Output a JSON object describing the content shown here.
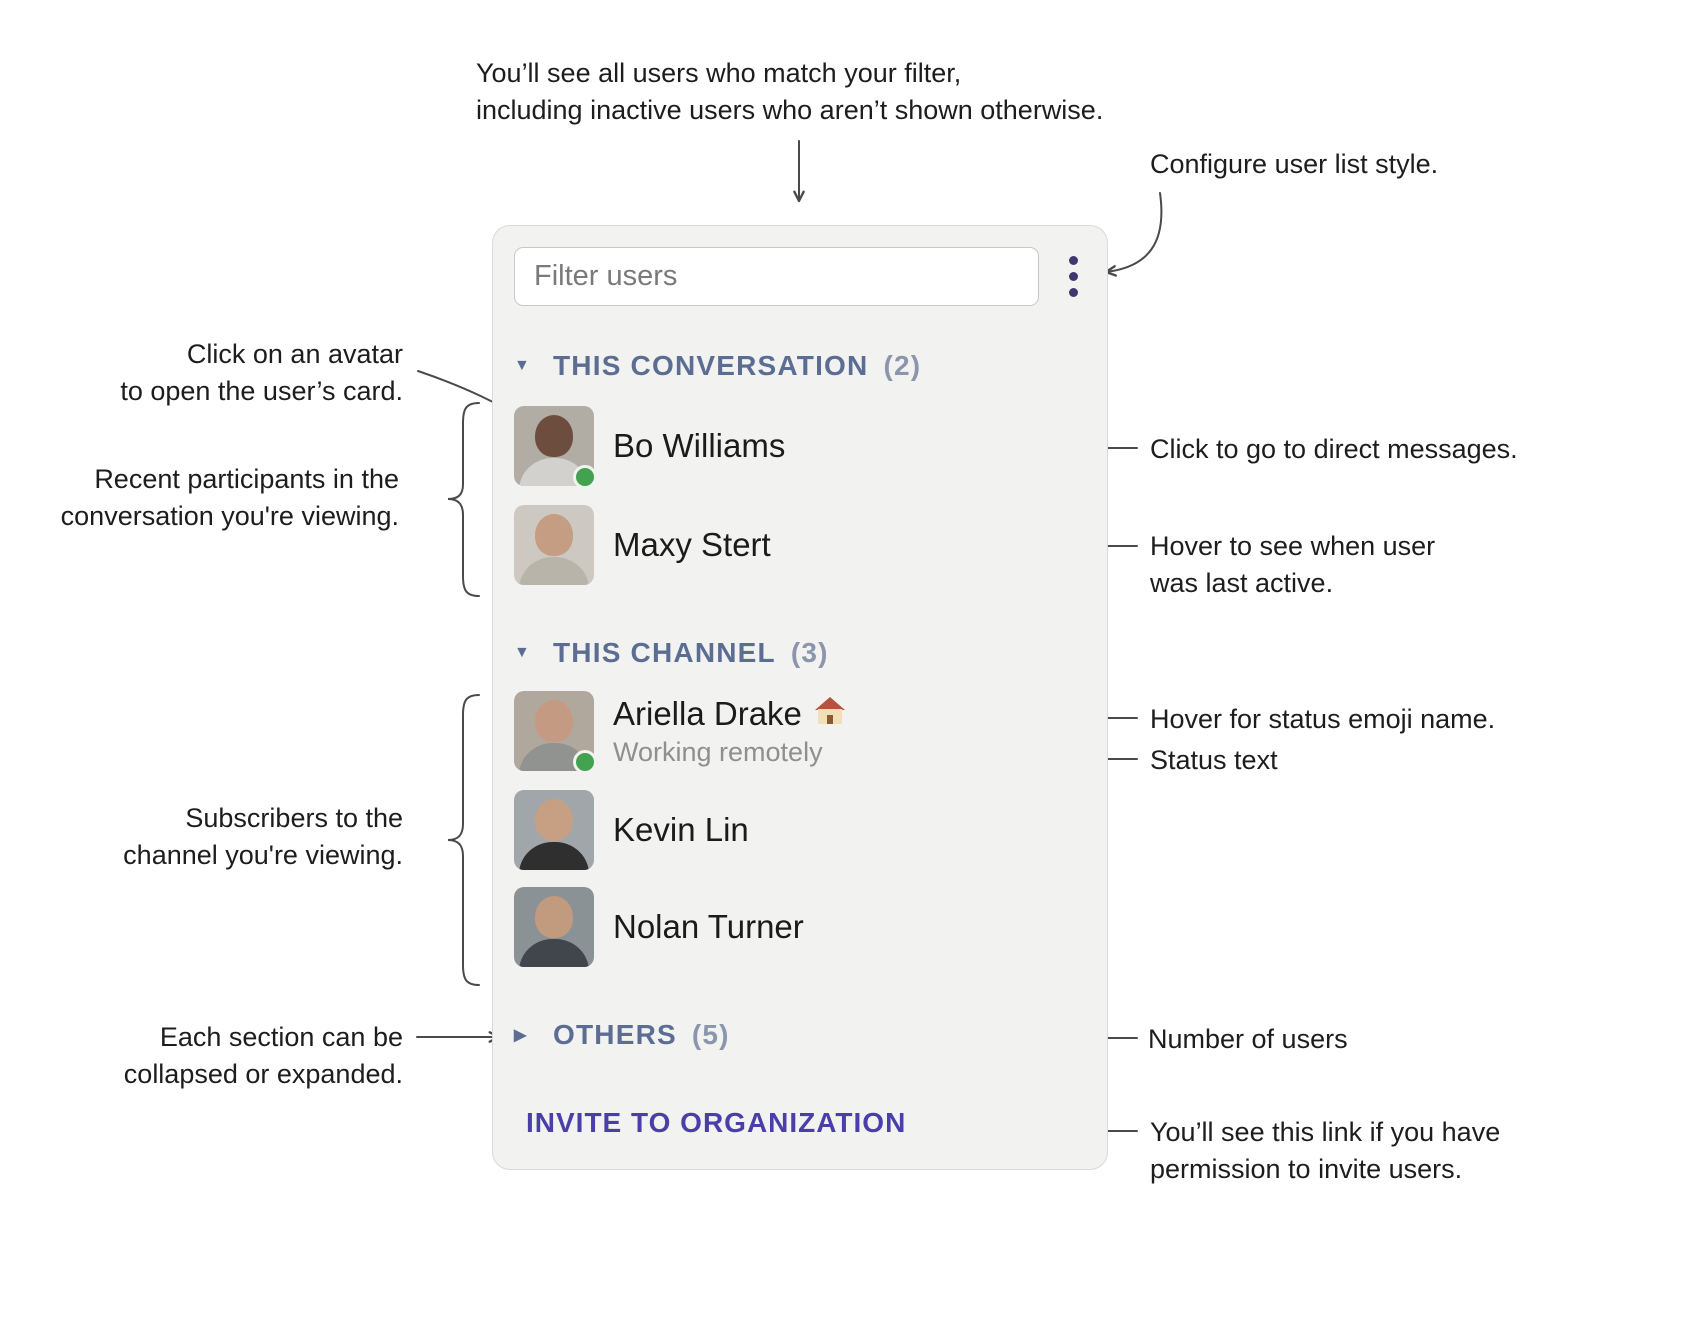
{
  "panel": {
    "filter": {
      "placeholder": "Filter users"
    },
    "menu_icon": "kebab-menu-icon",
    "sections": [
      {
        "title": "THIS CONVERSATION",
        "count": "(2)",
        "collapsed": false,
        "toggle_icon": "▼",
        "users": [
          {
            "name": "Bo Williams",
            "online": true
          },
          {
            "name": "Maxy Stert",
            "online": false
          }
        ]
      },
      {
        "title": "THIS CHANNEL",
        "count": "(3)",
        "collapsed": false,
        "toggle_icon": "▼",
        "users": [
          {
            "name": "Ariella Drake",
            "status_emoji": "🏠",
            "status_emoji_name": "house",
            "status_text": "Working remotely",
            "online": true
          },
          {
            "name": "Kevin Lin",
            "online": false
          },
          {
            "name": "Nolan Turner",
            "online": false
          }
        ]
      },
      {
        "title": "OTHERS",
        "count": "(5)",
        "collapsed": true,
        "toggle_icon": "▶",
        "users": []
      }
    ],
    "invite_link": "INVITE TO ORGANIZATION"
  },
  "annotations": {
    "filter_note": "You’ll see all users who match your filter,\nincluding inactive users who aren’t shown otherwise.",
    "configure_note": "Configure user list style.",
    "avatar_note": "Click on an avatar\nto open the user’s card.",
    "participants_note": "Recent participants in the\nconversation you're viewing.",
    "dm_note": "Click to go to direct messages.",
    "last_active_note": "Hover to see when user\nwas last active.",
    "status_emoji_note": "Hover for status emoji name.",
    "status_text_note": "Status text",
    "subscribers_note": "Subscribers to the\nchannel you're viewing.",
    "collapse_note": "Each section can be\ncollapsed or expanded.",
    "count_note": "Number of users",
    "invite_note": "You’ll see this link if you have\npermission to invite users."
  },
  "colors": {
    "panel_background": "#f2f2f1",
    "section_header": "#5b6d92",
    "invite_link": "#4a3fa8",
    "presence_online": "#43a24f",
    "status_text": "#8f8f8f",
    "kebab_icon": "#3e3870"
  }
}
